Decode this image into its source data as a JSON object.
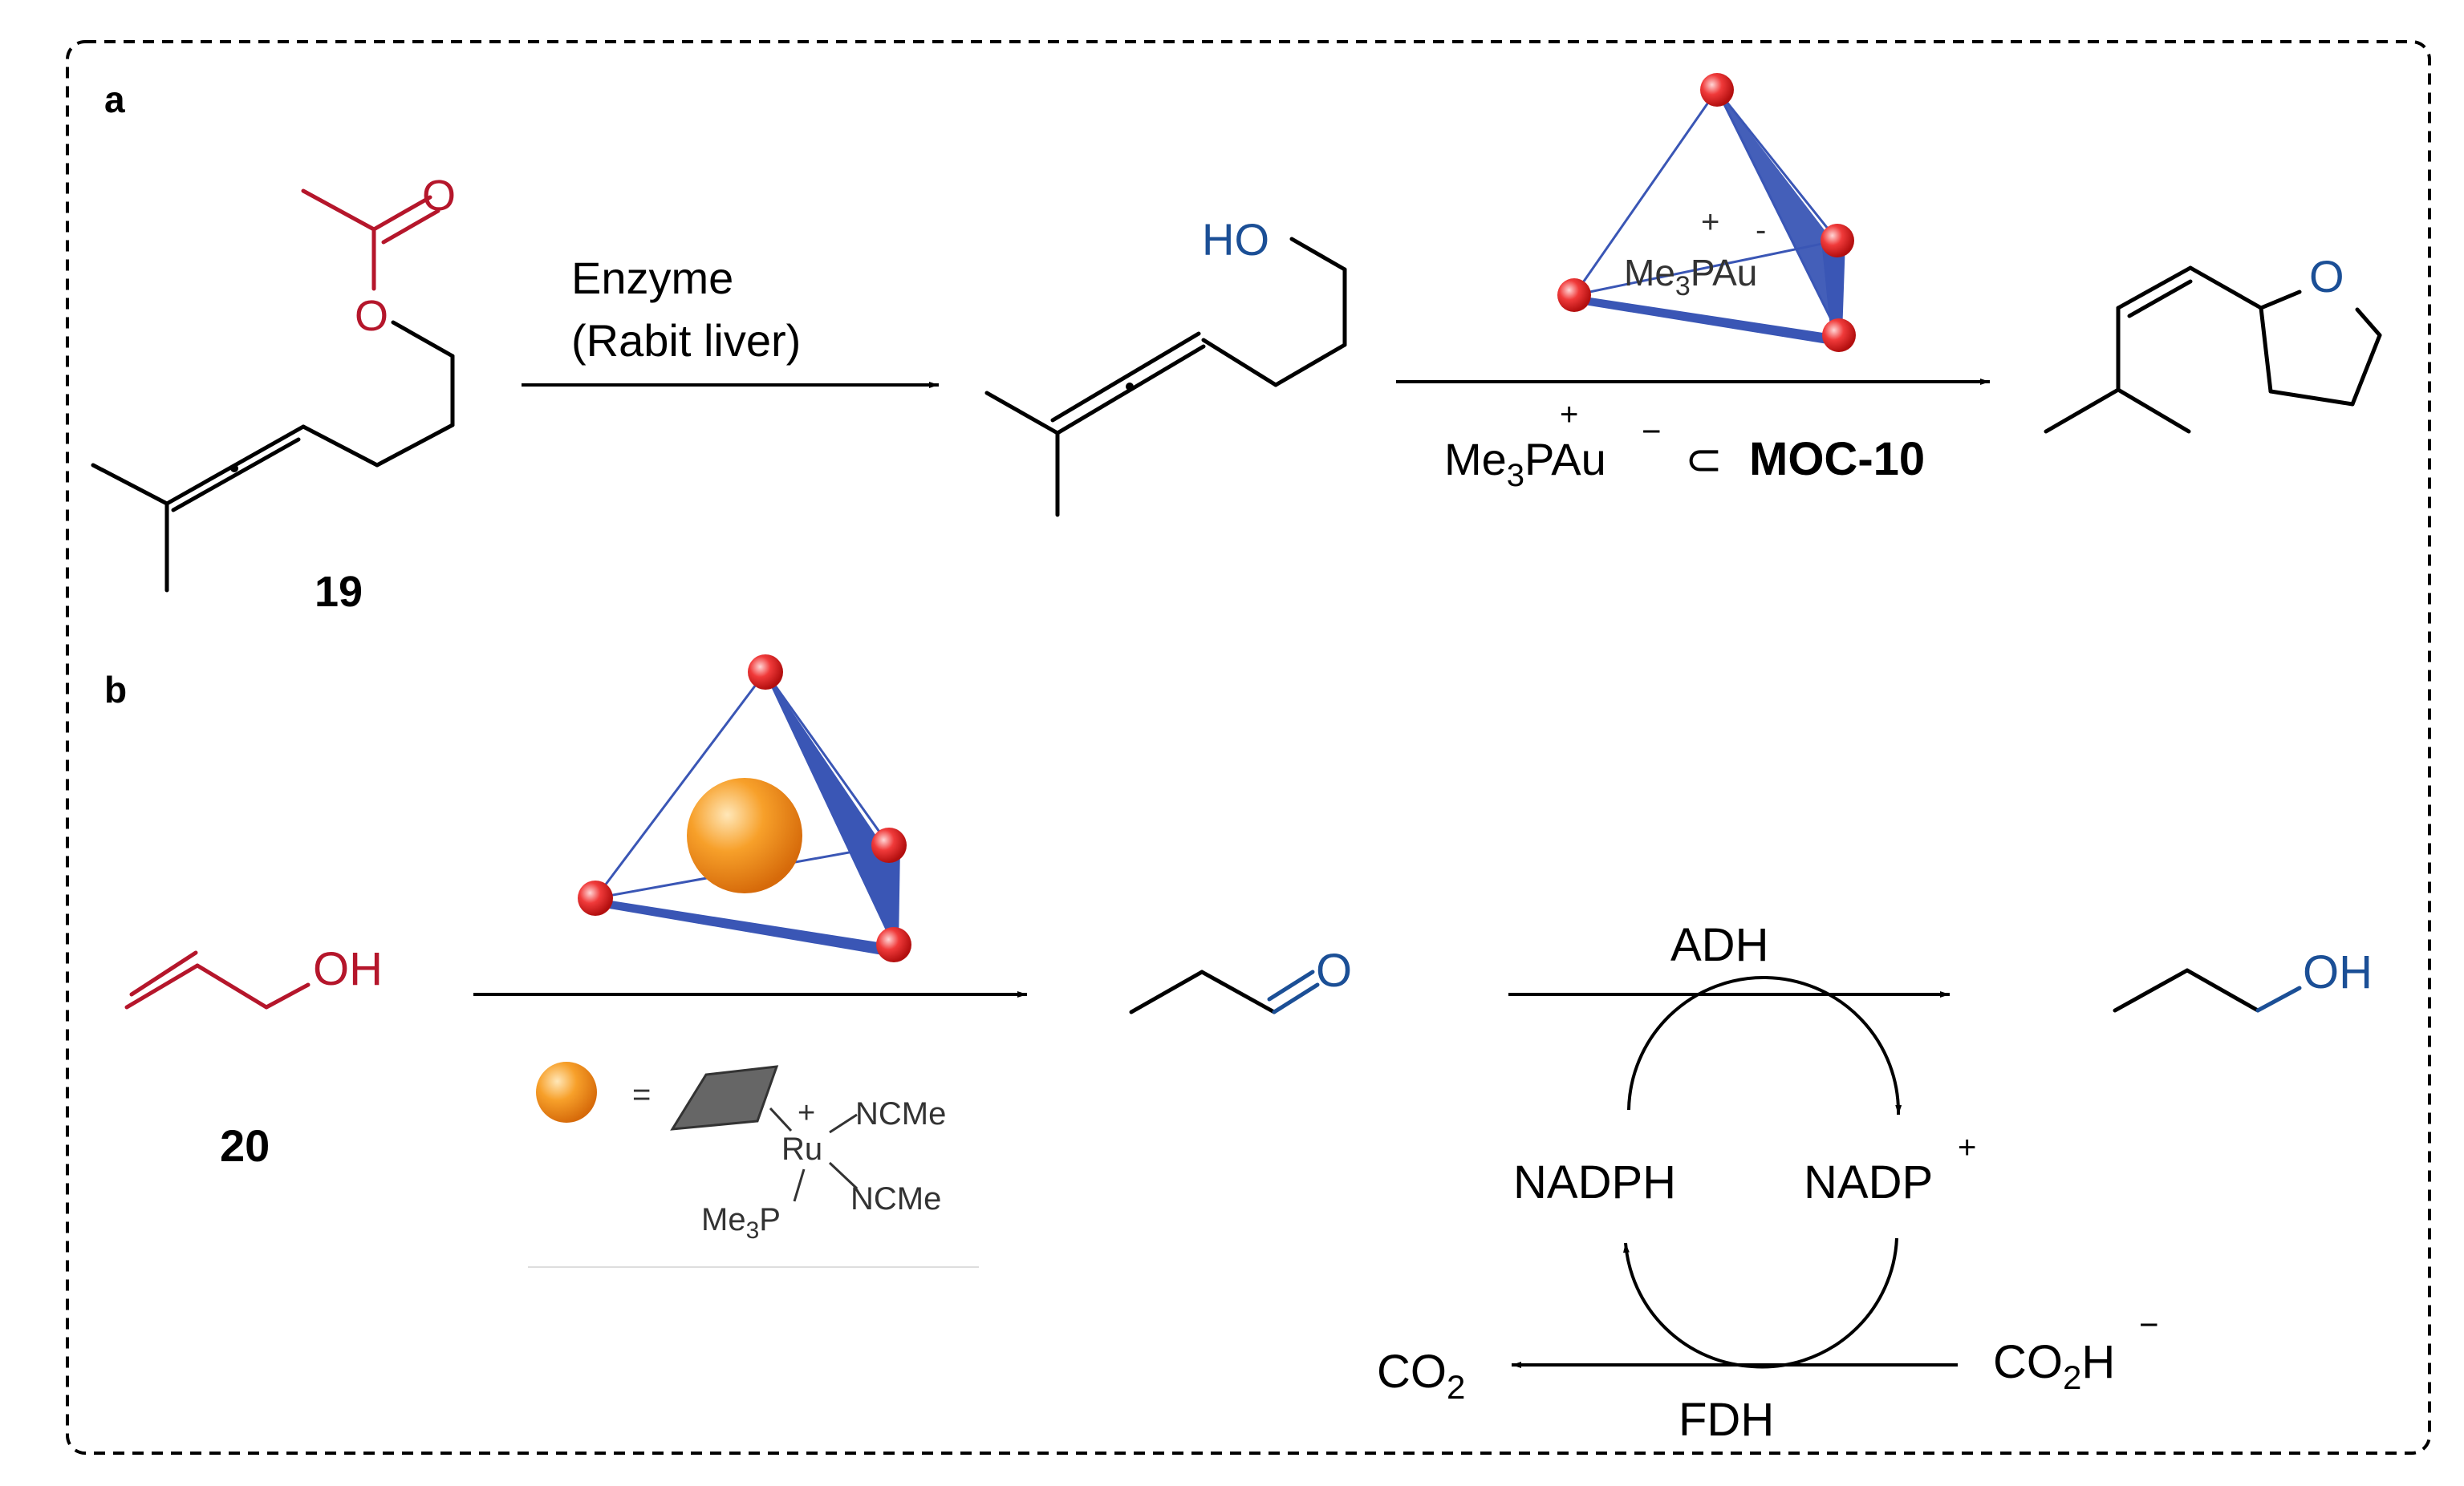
{
  "panel_a": {
    "label": "a",
    "compound_19": {
      "number": "19",
      "ketone_o": "O",
      "ester_o": "O"
    },
    "step1": {
      "line1": "Enzyme",
      "line2": "(Rabit liver)"
    },
    "intermediate": {
      "hydroxyl": "HO"
    },
    "cage_guest": {
      "charge": "+",
      "formula_me": "Me",
      "formula_sub": "3",
      "formula_rest": "PAu",
      "minus": "-"
    },
    "step2": {
      "plus": "+",
      "me": "Me",
      "sub": "3",
      "pau": "PAu",
      "minus": "−",
      "subset": "⊂",
      "host": "MOC-10"
    },
    "product": {
      "ring_o": "O"
    }
  },
  "panel_b": {
    "label": "b",
    "compound_20": {
      "number": "20",
      "hydroxyl": "OH"
    },
    "legend": {
      "equals": "=",
      "charge": "+",
      "metal": "Ru",
      "ligand1": "NCMe",
      "ligand2": "NCMe",
      "phosphine_me": "Me",
      "phosphine_sub": "3",
      "phosphine_p": "P"
    },
    "aldehyde": {
      "o": "O"
    },
    "product": {
      "hydroxyl": "OH"
    },
    "cycle": {
      "top_enzyme": "ADH",
      "left_cofactor": "NADPH",
      "right_cofactor": "NADP",
      "right_charge": "+",
      "bottom_enzyme": "FDH",
      "formate": "CO",
      "formate_sub": "2",
      "formate_h": "H",
      "formate_charge": "−",
      "co2": "CO",
      "co2_sub": "2"
    }
  },
  "colors": {
    "red": "#b5162b",
    "blue": "#1b4f96",
    "cage_blue": "#3a56b5",
    "orange": "#f0951f",
    "black": "#000000"
  }
}
